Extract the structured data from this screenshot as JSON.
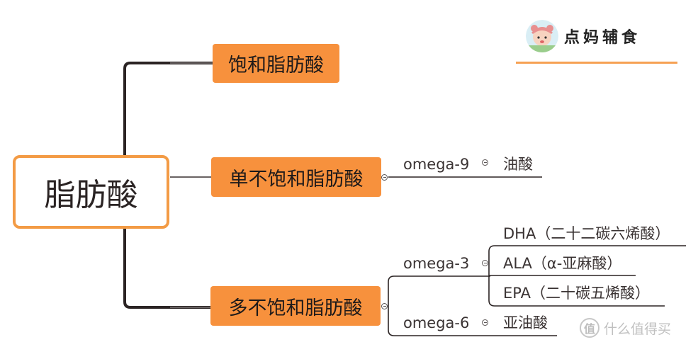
{
  "brand": {
    "name": "点妈辅食"
  },
  "root": {
    "label": "脂肪酸"
  },
  "children": [
    {
      "label": "饱和脂肪酸"
    },
    {
      "label": "单不饱和脂肪酸"
    },
    {
      "label": "多不饱和脂肪酸"
    }
  ],
  "omega9": {
    "label": "omega-9",
    "leaves": [
      {
        "label": "油酸"
      }
    ]
  },
  "omega3": {
    "label": "omega-3",
    "leaves": [
      {
        "label": "DHA（二十二碳六烯酸）"
      },
      {
        "label": "ALA（α-亚麻酸）"
      },
      {
        "label": "EPA（二十碳五烯酸）"
      }
    ]
  },
  "omega6": {
    "label": "omega-6",
    "leaves": [
      {
        "label": "亚油酸"
      }
    ]
  },
  "watermark": {
    "text": "什么值得买",
    "icon": "值"
  },
  "colors": {
    "accent": "#f7913d",
    "root_border": "#f39b45",
    "line": "#2b2424"
  }
}
